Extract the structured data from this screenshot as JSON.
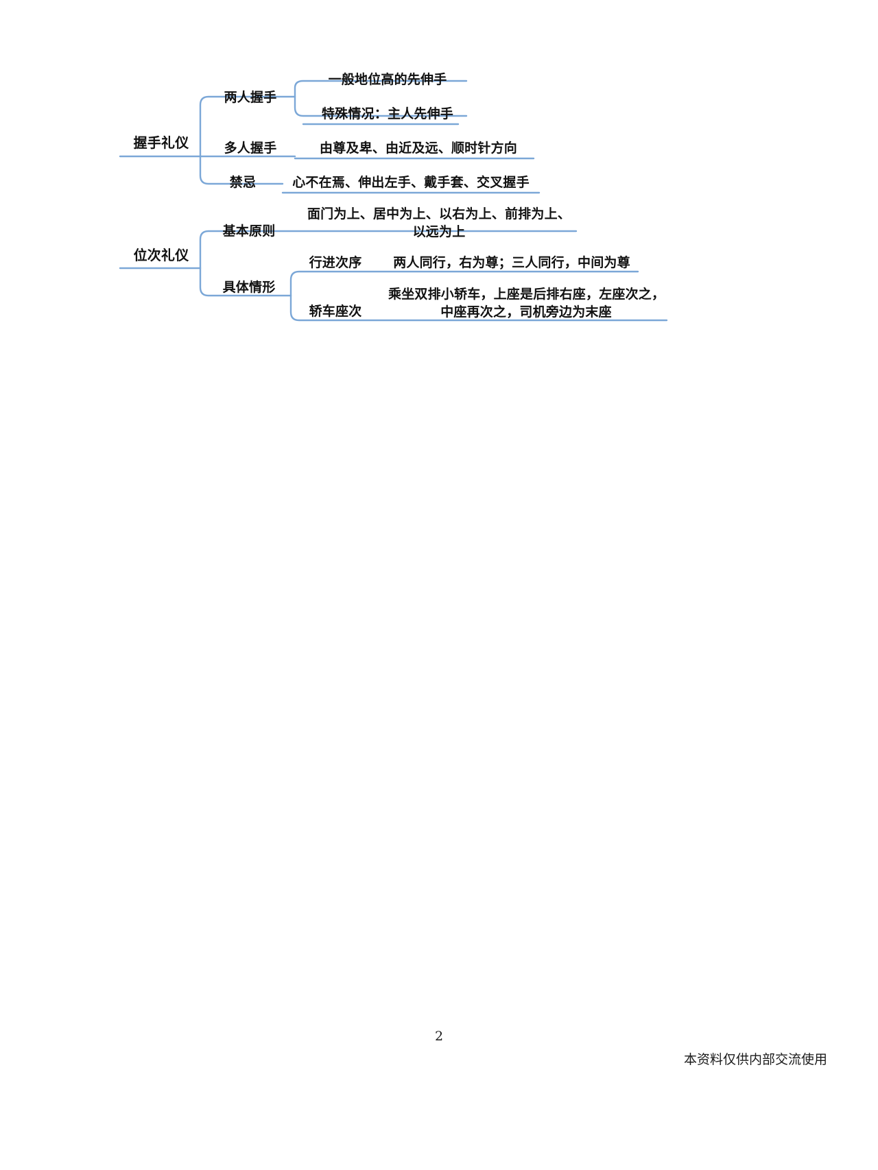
{
  "document": {
    "page_number": "2",
    "footer_note": "本资料仅供内部交流使用"
  },
  "theme": {
    "connector_color": "#7ba7d7",
    "text_color": "#111111",
    "background": "#ffffff"
  },
  "mindmap": {
    "type": "mind-map",
    "orientation": "left-to-right",
    "branches": [
      {
        "id": "handshake",
        "label": "握手礼仪",
        "children": [
          {
            "id": "two-person",
            "label": "两人握手",
            "children": [
              {
                "id": "two-person-general",
                "label": "一般地位高的先伸手"
              },
              {
                "id": "two-person-special",
                "label": "特殊情况：主人先伸手"
              }
            ]
          },
          {
            "id": "multi-person",
            "label": "多人握手",
            "children": [
              {
                "id": "multi-person-order",
                "label": "由尊及卑、由近及远、顺时针方向"
              }
            ]
          },
          {
            "id": "taboo",
            "label": "禁忌",
            "children": [
              {
                "id": "taboo-list",
                "label": "心不在焉、伸出左手、戴手套、交叉握手"
              }
            ]
          }
        ]
      },
      {
        "id": "seating",
        "label": "位次礼仪",
        "children": [
          {
            "id": "basic-principle",
            "label": "基本原则",
            "children": [
              {
                "id": "basic-principle-line1",
                "label": "面门为上、居中为上、以右为上、前排为上、"
              },
              {
                "id": "basic-principle-line2",
                "label": "以远为上"
              }
            ]
          },
          {
            "id": "specific-cases",
            "label": "具体情形",
            "children": [
              {
                "id": "walking-order",
                "label": "行进次序",
                "children": [
                  {
                    "id": "walking-order-detail",
                    "label": "两人同行，右为尊；三人同行，中间为尊"
                  }
                ]
              },
              {
                "id": "car-seating",
                "label": "轿车座次",
                "children": [
                  {
                    "id": "car-seating-line1",
                    "label": "乘坐双排小轿车，上座是后排右座，左座次之，"
                  },
                  {
                    "id": "car-seating-line2",
                    "label": "中座再次之，司机旁边为末座"
                  }
                ]
              }
            ]
          }
        ]
      }
    ]
  }
}
